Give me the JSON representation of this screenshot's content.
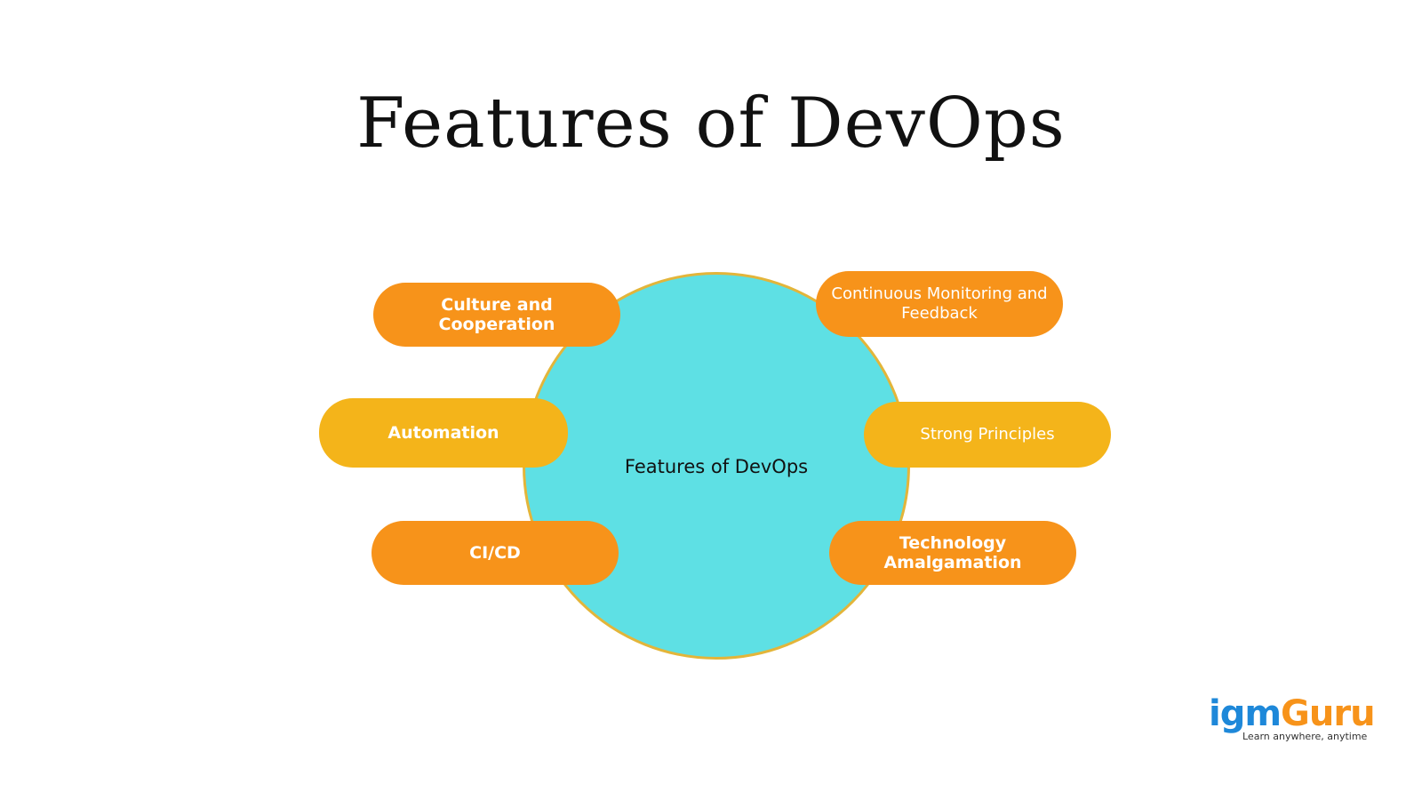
{
  "title": "Features of DevOps",
  "hub": {
    "label": "Features of DevOps",
    "fill_color": "#5ee0e4",
    "border_color": "#e3b53a"
  },
  "features": {
    "left": [
      {
        "label": "Culture and\nCooperation",
        "color": "#f7931a"
      },
      {
        "label": "Automation",
        "color": "#f4b41a"
      },
      {
        "label": "CI/CD",
        "color": "#f7931a"
      }
    ],
    "right": [
      {
        "label": "Continuous Monitoring and\nFeedback",
        "color": "#f7931a"
      },
      {
        "label": "Strong Principles",
        "color": "#f4b41a"
      },
      {
        "label": "Technology\nAmalgamation",
        "color": "#f7931a"
      }
    ]
  },
  "logo": {
    "word_part1": "igm",
    "word_part2": "Guru",
    "tagline": "Learn anywhere, anytime",
    "color_part1": "#1e88d9",
    "color_part2": "#f7931a"
  }
}
